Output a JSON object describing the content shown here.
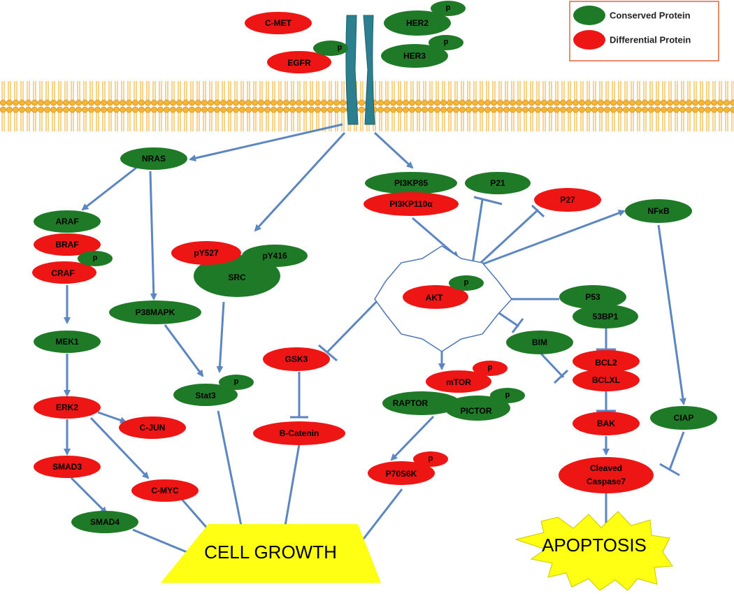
{
  "colors": {
    "conserved": "#1e7a26",
    "differential": "#ee1515",
    "edge": "#5b86c2",
    "outcome": "#ffff14",
    "membrane": "#f2b73a",
    "receptor": "#2b7f8f",
    "legend_border": "#e2663a"
  },
  "legend": {
    "conserved": "Conserved Protein",
    "differential": "Differential Protein"
  },
  "phospho_label": "p",
  "outcomes": {
    "growth": "CELL GROWTH",
    "apoptosis": "APOPTOSIS"
  },
  "nodes": {
    "cmet": {
      "label": "C-MET",
      "status": "differential"
    },
    "her2": {
      "label": "HER2",
      "status": "conserved"
    },
    "her3": {
      "label": "HER3",
      "status": "conserved"
    },
    "egfr": {
      "label": "EGFR",
      "status": "differential"
    },
    "nras": {
      "label": "NRAS",
      "status": "conserved"
    },
    "araf": {
      "label": "ARAF",
      "status": "conserved"
    },
    "braf": {
      "label": "BRAF",
      "status": "differential"
    },
    "craf": {
      "label": "CRAF",
      "status": "differential"
    },
    "mek1": {
      "label": "MEK1",
      "status": "conserved"
    },
    "erk2": {
      "label": "ERK2",
      "status": "differential"
    },
    "cjun": {
      "label": "C-JUN",
      "status": "differential"
    },
    "smad3": {
      "label": "SMAD3",
      "status": "differential"
    },
    "cmyc": {
      "label": "C-MYC",
      "status": "differential"
    },
    "smad4": {
      "label": "SMAD4",
      "status": "conserved"
    },
    "p38mapk": {
      "label": "P38MAPK",
      "status": "conserved"
    },
    "src": {
      "label": "SRC",
      "status": "conserved"
    },
    "py527": {
      "label": "pY527",
      "status": "differential"
    },
    "py416": {
      "label": "pY416",
      "status": "conserved"
    },
    "stat3": {
      "label": "Stat3",
      "status": "conserved"
    },
    "gsk3": {
      "label": "GSK3",
      "status": "differential"
    },
    "bcatenin": {
      "label": "B-Catenin",
      "status": "differential"
    },
    "pi3kp85": {
      "label": "PI3KP85",
      "status": "conserved"
    },
    "pi3kp110": {
      "label": "PI3KP110α",
      "status": "differential"
    },
    "p21": {
      "label": "P21",
      "status": "conserved"
    },
    "p27": {
      "label": "P27",
      "status": "differential"
    },
    "nfkb": {
      "label": "NFκB",
      "status": "conserved"
    },
    "akt": {
      "label": "AKT",
      "status": "differential"
    },
    "p53": {
      "label": "P53",
      "status": "conserved"
    },
    "p53bp1": {
      "label": "53BP1",
      "status": "conserved"
    },
    "bim": {
      "label": "BIM",
      "status": "conserved"
    },
    "mtor": {
      "label": "mTOR",
      "status": "differential"
    },
    "raptor": {
      "label": "RAPTOR",
      "status": "conserved"
    },
    "pictor": {
      "label": "PICTOR",
      "status": "conserved"
    },
    "p70s6k": {
      "label": "P70S6K",
      "status": "differential"
    },
    "bcl2": {
      "label": "BCL2",
      "status": "differential"
    },
    "bclxl": {
      "label": "BCLXL",
      "status": "differential"
    },
    "bak": {
      "label": "BAK",
      "status": "differential"
    },
    "ciap": {
      "label": "CIAP",
      "status": "conserved"
    },
    "caspase7_line1": {
      "label": "Cleaved",
      "status": "differential"
    },
    "caspase7_line2": {
      "label": "Caspase7",
      "status": "differential"
    }
  }
}
